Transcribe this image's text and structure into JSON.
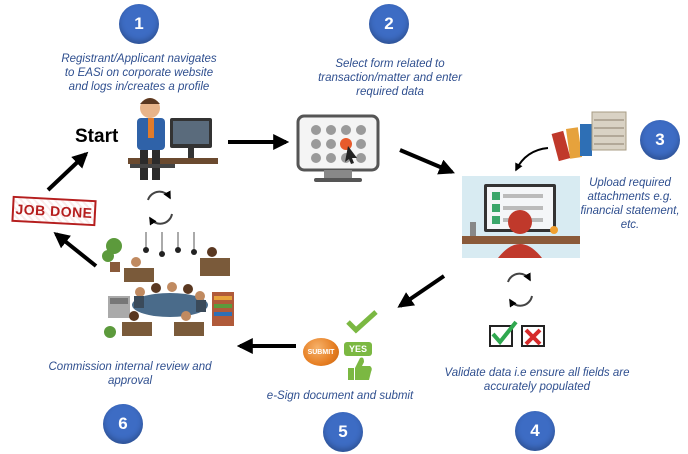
{
  "steps": [
    {
      "number": "1",
      "caption": "Registrant/Applicant navigates to EASi on corporate website and logs in/creates a profile"
    },
    {
      "number": "2",
      "caption": "Select form related to transaction/matter and enter required data"
    },
    {
      "number": "3",
      "caption": "Upload required attachments e.g. financial statement, etc."
    },
    {
      "number": "4",
      "caption": "Validate data i.e ensure all fields are accurately populated"
    },
    {
      "number": "5",
      "caption": "e-Sign document and submit"
    },
    {
      "number": "6",
      "caption": "Commission internal review and approval"
    }
  ],
  "start_label": "Start",
  "job_done_label": "JOB DONE",
  "submit_button_label": "SUBMIT",
  "yes_label": "YES",
  "colors": {
    "step_circle": "#3d6cc4",
    "caption_text": "#2f4f8f",
    "arrow": "#000000",
    "job_done": "#b51e1e"
  }
}
